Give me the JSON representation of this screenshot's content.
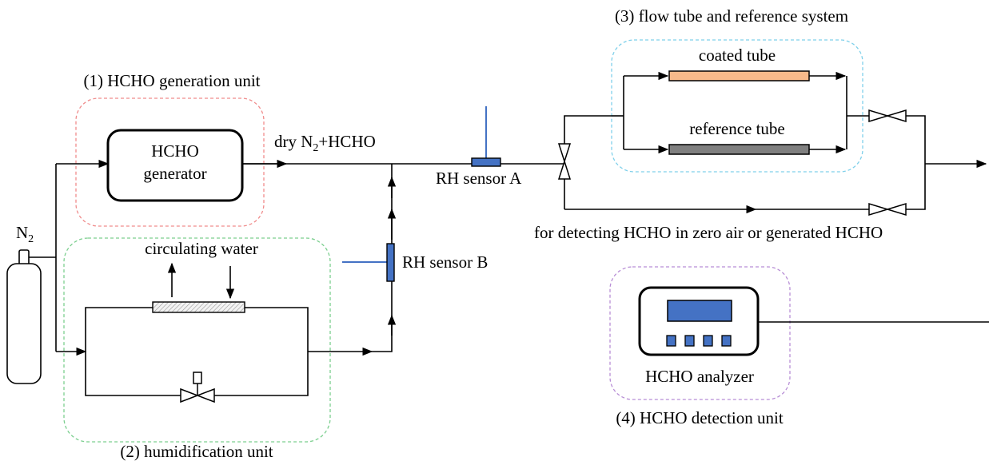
{
  "units": {
    "generation": {
      "title": "(1) HCHO generation unit",
      "color": "#ff2a2a",
      "box_color": "#f08c8c"
    },
    "humidification": {
      "title": "(2) humidification unit",
      "color": "#2eaa4a",
      "box_color": "#7ccf8f"
    },
    "flow_tube": {
      "title": "(3) flow tube and reference system",
      "color": "#22a6d8",
      "box_color": "#7fd0ea"
    },
    "detection": {
      "title": "(4) HCHO detection unit",
      "color": "#8a4fb0",
      "box_color": "#b88ed6"
    }
  },
  "labels": {
    "generator_line1": "HCHO",
    "generator_line2": "generator",
    "dry_flow_prefix": "dry N",
    "dry_flow_sub": "2",
    "dry_flow_suffix": "+HCHO",
    "n2_main": "N",
    "n2_sub": "2",
    "circulating_water": "circulating water",
    "rh_sensor_a": "RH sensor A",
    "rh_sensor_b": "RH sensor B",
    "coated_tube": "coated tube",
    "reference_tube": "reference tube",
    "bypass_note": "for detecting HCHO in zero air or generated HCHO",
    "analyzer": "HCHO analyzer"
  },
  "colors": {
    "coated_tube_fill": "#f7b98a",
    "reference_tube_fill": "#808080",
    "sensor_fill": "#4472c4",
    "sensor_stem": "#4472c4",
    "analyzer_screen": "#4472c4"
  }
}
